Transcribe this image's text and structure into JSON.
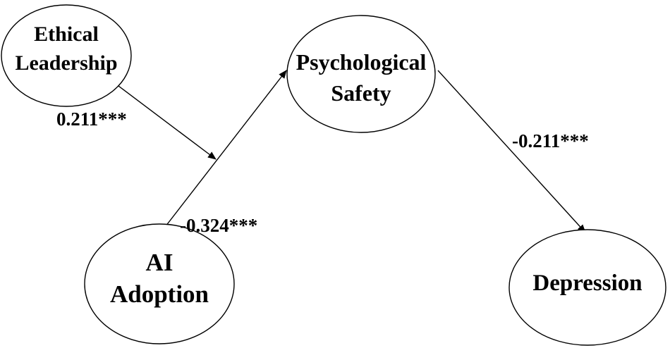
{
  "nodes": {
    "ethical_leadership": {
      "lines": [
        "Ethical",
        "Leadership"
      ]
    },
    "psychological_safety": {
      "lines": [
        "Psychological",
        "Safety"
      ]
    },
    "ai_adoption": {
      "lines": [
        "AI",
        "Adoption"
      ]
    },
    "depression": {
      "lines": [
        "Depression"
      ]
    }
  },
  "edges": {
    "ethical_leadership_moderation": {
      "coefficient": "0.211***"
    },
    "ai_adoption_to_psychological_safety": {
      "coefficient": "-0.324***"
    },
    "psychological_safety_to_depression": {
      "coefficient": "-0.211***"
    }
  },
  "colors": {
    "stroke": "#000000",
    "fill": "#ffffff",
    "text": "#000000"
  }
}
